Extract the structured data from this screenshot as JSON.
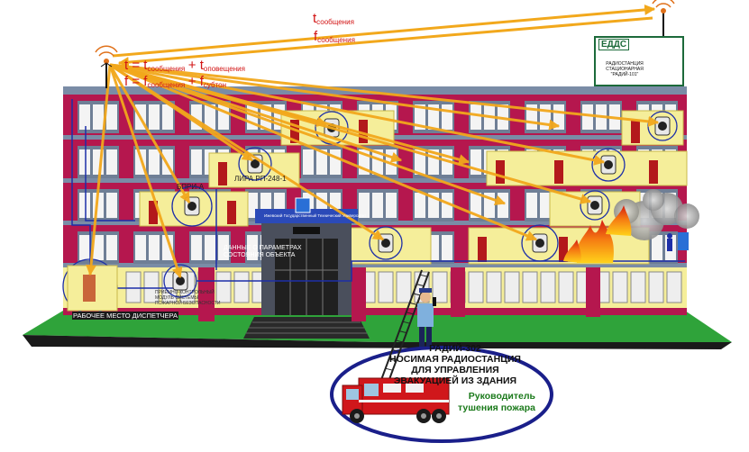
{
  "formula_top": {
    "line1_var": "t",
    "line1_sub": "сообщения",
    "line2_var": "f",
    "line2_sub": "сообщения"
  },
  "formula_left": {
    "line1_a": "t = t",
    "line1_a_sub": "сообщения",
    "line1_b": "+ t",
    "line1_b_sub": "оповещения",
    "line2_a": "f = f",
    "line2_a_sub": "сообщения",
    "line2_b": "+ f",
    "line2_b_sub": "субтон"
  },
  "edds": {
    "title": "ЕДДС",
    "caption_1": "РАДИОСТАНЦИЯ",
    "caption_2": "СТАЦИОНАРНАЯ",
    "caption_3": "\"РАДИЙ-101\""
  },
  "labels": {
    "bpri": "БПРИ-А",
    "lira": "ЛИРА РП-248-1",
    "sensors": "ДАННЫЕ О ПАРАМЕТРАХ СОСТОЯНИЯ ОБЪЕКТА",
    "dispatcher": "РАБОЧЕЕ МЕСТО ДИСПЕТЧЕРА",
    "control_1": "ПРИЁМНО-КОНТРОЛЬНЫЙ",
    "control_2": "МОДУЛЬ СИСТЕМЫ",
    "control_3": "ПОЖАРНОЙ БЕЗОПАСНОСТИ",
    "university": "Ижевский Государственный Технический Университет"
  },
  "caption": {
    "line1": "РАДИЙ-302",
    "line2": "НОСИМАЯ РАДИОСТАНЦИЯ",
    "line3": "ДЛЯ УПРАВЛЕНИЯ",
    "line4": "ЭВАКУАЦИЕЙ ИЗ ЗДАНИЯ",
    "green1": "Руководитель",
    "green2": "тушения пожара"
  },
  "colors": {
    "wall_crimson": "#b5174e",
    "facade_yellow": "#f5ee9a",
    "window_grey": "#6f7f96",
    "signal_orange": "#f2a81c",
    "text_red": "#d21414",
    "edds_green": "#1c6a3a",
    "lawn_green": "#2fa33a",
    "ellipse_navy": "#1a1f8a"
  },
  "icons": [
    "antenna-icon",
    "radio-receiver-icon",
    "door-icon",
    "flame-icon",
    "fire-truck-icon",
    "firefighter-icon",
    "radio-station-icon"
  ]
}
